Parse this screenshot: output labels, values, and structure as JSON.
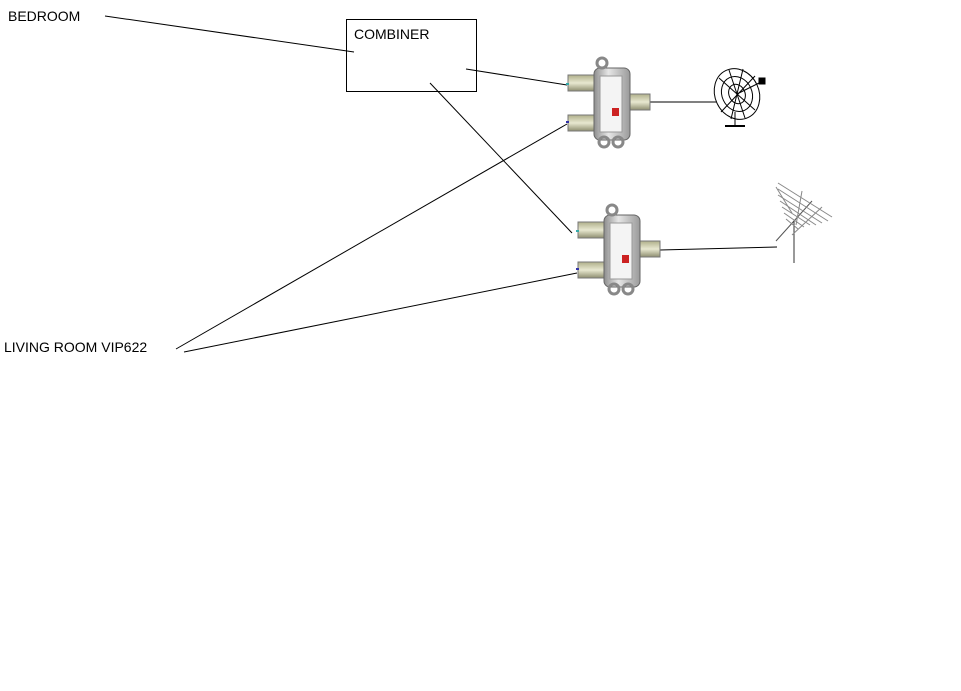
{
  "labels": {
    "bedroom": "BEDROOM",
    "combiner": "COMBINER",
    "living_room": "LIVING ROOM VIP622"
  },
  "icons": {
    "splitter_top": "splitter-icon",
    "splitter_bottom": "splitter-icon",
    "satellite_dish": "satellite-dish-icon",
    "antenna": "ota-antenna-icon"
  },
  "colors": {
    "line": "#000000",
    "splitter_body": "#c8c8c8",
    "splitter_label": "#ffffff",
    "splitter_badge": "#cc2222"
  }
}
